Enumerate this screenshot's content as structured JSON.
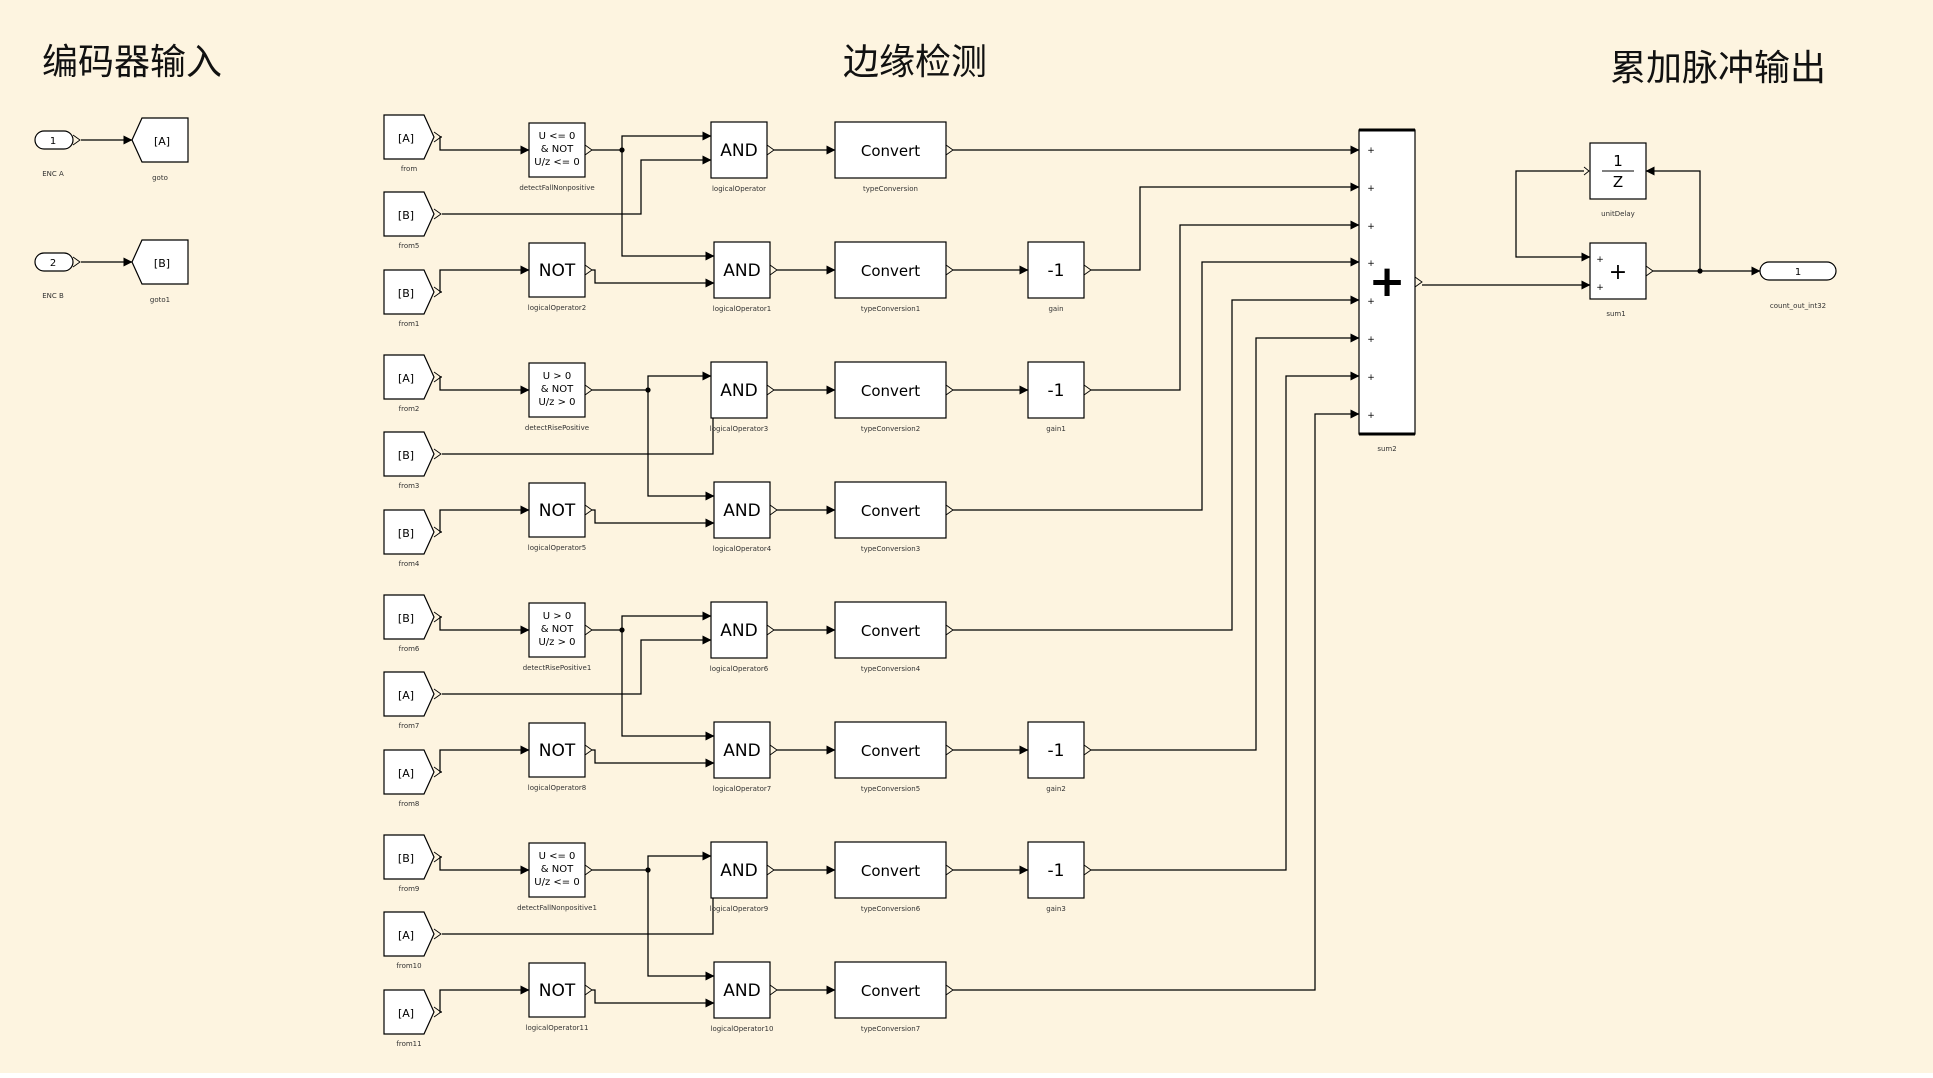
{
  "sections": {
    "input": "编码器输入",
    "edge": "边缘检测",
    "output": "累加脉冲输出"
  },
  "inports": [
    {
      "num": "1",
      "label": "ENC A",
      "goto_tag": "[A]",
      "goto_label": "goto"
    },
    {
      "num": "2",
      "label": "ENC B",
      "goto_tag": "[B]",
      "goto_label": "goto1"
    }
  ],
  "detect_labels": {
    "fall": [
      "U <= 0",
      "& NOT",
      "U/z <= 0"
    ],
    "rise": [
      "U > 0",
      "& NOT",
      "U/z > 0"
    ]
  },
  "op_labels": {
    "and": "AND",
    "not": "NOT",
    "convert": "Convert",
    "gain": "-1"
  },
  "groups": [
    {
      "detect_kind": "fall",
      "detect_src": "[A]",
      "detect_src_label": "from",
      "detect_label": "detectFallNonpositive",
      "other_src": "[B]",
      "other_src_label": "from5",
      "not_src": "[B]",
      "not_src_label": "from1",
      "not_label": "logicalOperator2",
      "and1_label": "logicalOperator",
      "and2_label": "logicalOperator1",
      "conv1_label": "typeConversion",
      "conv2_label": "typeConversion1",
      "gain1": "",
      "gain2": "gain"
    },
    {
      "detect_kind": "rise",
      "detect_src": "[A]",
      "detect_src_label": "from2",
      "detect_label": "detectRisePositive",
      "other_src": "[B]",
      "other_src_label": "from3",
      "not_src": "[B]",
      "not_src_label": "from4",
      "not_label": "logicalOperator5",
      "and1_label": "logicalOperator3",
      "and2_label": "logicalOperator4",
      "conv1_label": "typeConversion2",
      "conv2_label": "typeConversion3",
      "gain1": "gain1",
      "gain2": ""
    },
    {
      "detect_kind": "rise",
      "detect_src": "[B]",
      "detect_src_label": "from6",
      "detect_label": "detectRisePositive1",
      "other_src": "[A]",
      "other_src_label": "from7",
      "not_src": "[A]",
      "not_src_label": "from8",
      "not_label": "logicalOperator8",
      "and1_label": "logicalOperator6",
      "and2_label": "logicalOperator7",
      "conv1_label": "typeConversion4",
      "conv2_label": "typeConversion5",
      "gain1": "",
      "gain2": "gain2"
    },
    {
      "detect_kind": "fall",
      "detect_src": "[B]",
      "detect_src_label": "from9",
      "detect_label": "detectFallNonpositive1",
      "other_src": "[A]",
      "other_src_label": "from10",
      "not_src": "[A]",
      "not_src_label": "from11",
      "not_label": "logicalOperator11",
      "and1_label": "logicalOperator9",
      "and2_label": "logicalOperator10",
      "conv1_label": "typeConversion6",
      "conv2_label": "typeConversion7",
      "gain1": "gain3",
      "gain2": ""
    }
  ],
  "sum2": {
    "label": "sum2",
    "sign": "+",
    "port_sign": "+"
  },
  "unit_delay": {
    "num": "1",
    "den": "Z",
    "label": "unitDelay"
  },
  "sum1": {
    "label": "sum1",
    "sign": "+",
    "port_sign": "+"
  },
  "outport": {
    "num": "1",
    "label": "count_out_int32"
  }
}
